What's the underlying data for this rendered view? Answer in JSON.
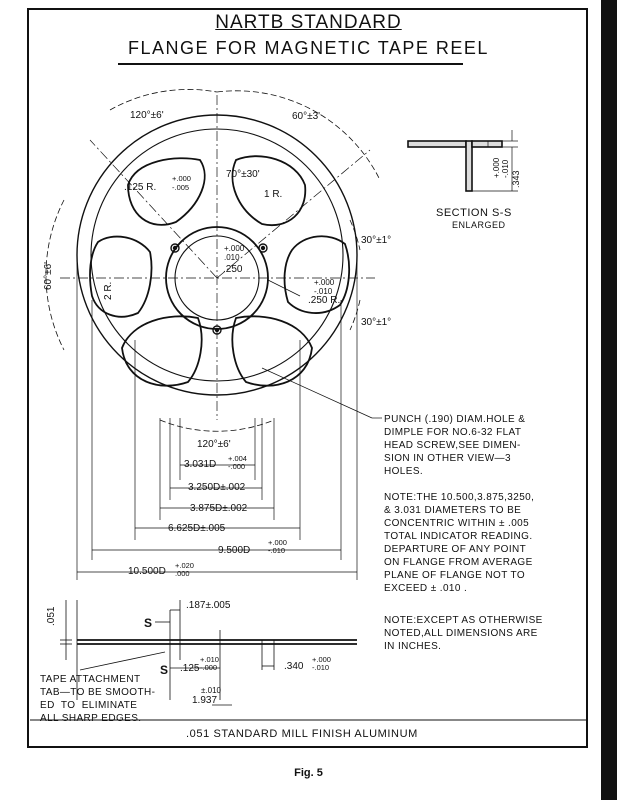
{
  "title": "NARTB  STANDARD",
  "subtitle": "FLANGE FOR MAGNETIC TAPE  REEL",
  "figure_caption": "Fig. 5",
  "section": {
    "title": "SECTION  S-S",
    "subtitle": "ENLARGED",
    "dim_thickness": "+.000\n-.010",
    "dim_height": ".343"
  },
  "dimensions": {
    "angle_120_top": "120°±6'",
    "angle_60_top": "60°±3'",
    "angle_70": "70°±30'",
    "radius_1": "1 R.",
    "radius_125": ".125 R.",
    "radius_125_tol": "+.000\n-.005",
    "angle_30_upper": "30°±1°",
    "angle_30_lower": "30°±1°",
    "angle_60_left": "60°±6'",
    "radius_2": "2 R.",
    "hub_tol": "+.000\n.010",
    "hub_250": ".250",
    "radius_250_tol": "+.000\n-.010",
    "radius_250": ".250 R.",
    "angle_120_bottom": "120°±6'",
    "d_3031": "3.031D",
    "d_3031_tol": "+.004\n-.000",
    "d_3250": "3.250D±.002",
    "d_3875": "3.875D±.002",
    "d_6625": "6.625D±.005",
    "d_9500": "9.500D",
    "d_9500_tol": "+.000\n-.010",
    "d_10500": "10.500D",
    "d_10500_tol": "+.020\n.000",
    "thickness_051": ".051",
    "dim_187": ".187±.005",
    "section_mark": "S",
    "dim_125": ".125",
    "dim_125_tol": "+.010\n-.000",
    "dim_1937": "1.937",
    "dim_1937_tol": "±.010",
    "dim_340": ".340",
    "dim_340_tol": "+.000\n-.010"
  },
  "notes": {
    "punch": "PUNCH (.190) DIAM.HOLE &\nDIMPLE FOR NO.6-32 FLAT\nHEAD SCREW,SEE DIMEN-\nSION IN OTHER VIEW—3\nHOLES.",
    "concentric": "NOTE:THE 10.500,3.875,3250,\n& 3.031 DIAMETERS TO BE\nCONCENTRIC WITHIN ± .005\nTOTAL INDICATOR READING.\nDEPARTURE OF ANY POINT\nON FLANGE FROM AVERAGE\nPLANE OF FLANGE NOT TO\nEXCEED ± .010 .",
    "inches": "NOTE:EXCEPT AS OTHERWISE\nNOTED,ALL DIMENSIONS ARE\nIN INCHES.",
    "tape_tab": "TAPE ATTACHMENT\nTAB—TO BE SMOOTH-\nED  TO  ELIMINATE\nALL SHARP EDGES.",
    "material": ".051 STANDARD MILL FINISH ALUMINUM"
  }
}
